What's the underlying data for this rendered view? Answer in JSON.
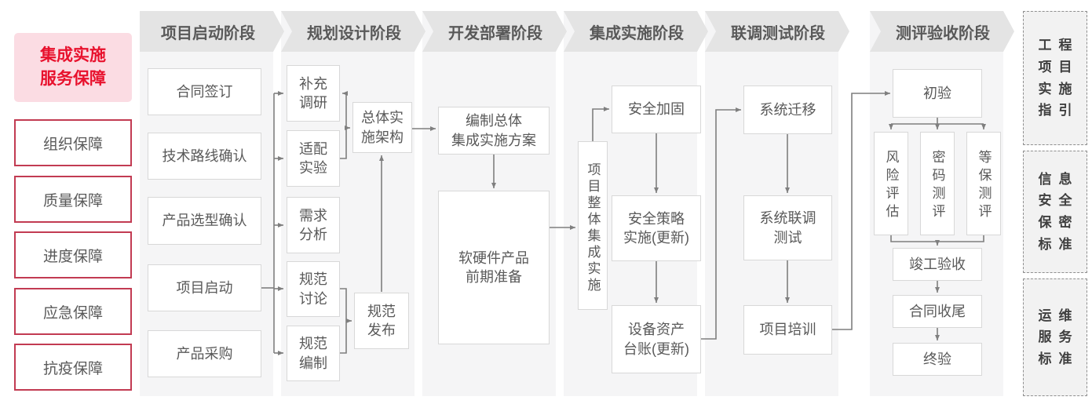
{
  "title_panel": {
    "text": "集成实施\n服务保障"
  },
  "sidebar": {
    "items": [
      "组织保障",
      "质量保障",
      "进度保障",
      "应急保障",
      "抗疫保障"
    ]
  },
  "phases": [
    "项目启动阶段",
    "规划设计阶段",
    "开发部署阶段",
    "集成实施阶段",
    "联调测试阶段",
    "测评验收阶段"
  ],
  "columns": {
    "startup": {
      "boxes": [
        "合同签订",
        "技术路线确认",
        "产品选型确认",
        "项目启动",
        "产品采购"
      ]
    },
    "planning": {
      "left_boxes": [
        "补充\n调研",
        "适配\n实验",
        "需求\n分析",
        "规范\n讨论",
        "规范\n编制"
      ],
      "architecture": "总体实\n施架构",
      "publish": "规范\n发布"
    },
    "development": {
      "plan": "编制总体\n集成实施方案",
      "preparation": "软硬件产品\n前期准备"
    },
    "integration": {
      "main": "项目整体集成实施",
      "boxes": [
        "安全加固",
        "安全策略\n实施(更新)",
        "设备资产\n台账(更新)"
      ]
    },
    "testing": {
      "boxes": [
        "系统迁移",
        "系统联调\n测试",
        "项目培训"
      ]
    },
    "acceptance": {
      "initial": "初验",
      "evaluations": [
        "风险评估",
        "密码测评",
        "等保测评"
      ],
      "closing_boxes": [
        "竣工验收",
        "合同收尾",
        "终验"
      ]
    }
  },
  "right_panel": {
    "items": [
      "工程\n项目\n实施\n指引",
      "信息\n安全\n保密\n标准",
      "运维\n服务\n标准"
    ]
  },
  "colors": {
    "accent_red": "#e8112d",
    "pink_bg": "#fbdce3",
    "red_border": "#c23b52",
    "gray_text": "#595959",
    "chevron_bg": "#e4e4e4",
    "strip_bg": "#f5f5f6",
    "node_border": "#d8d8d8",
    "line": "#7f7f7f"
  }
}
